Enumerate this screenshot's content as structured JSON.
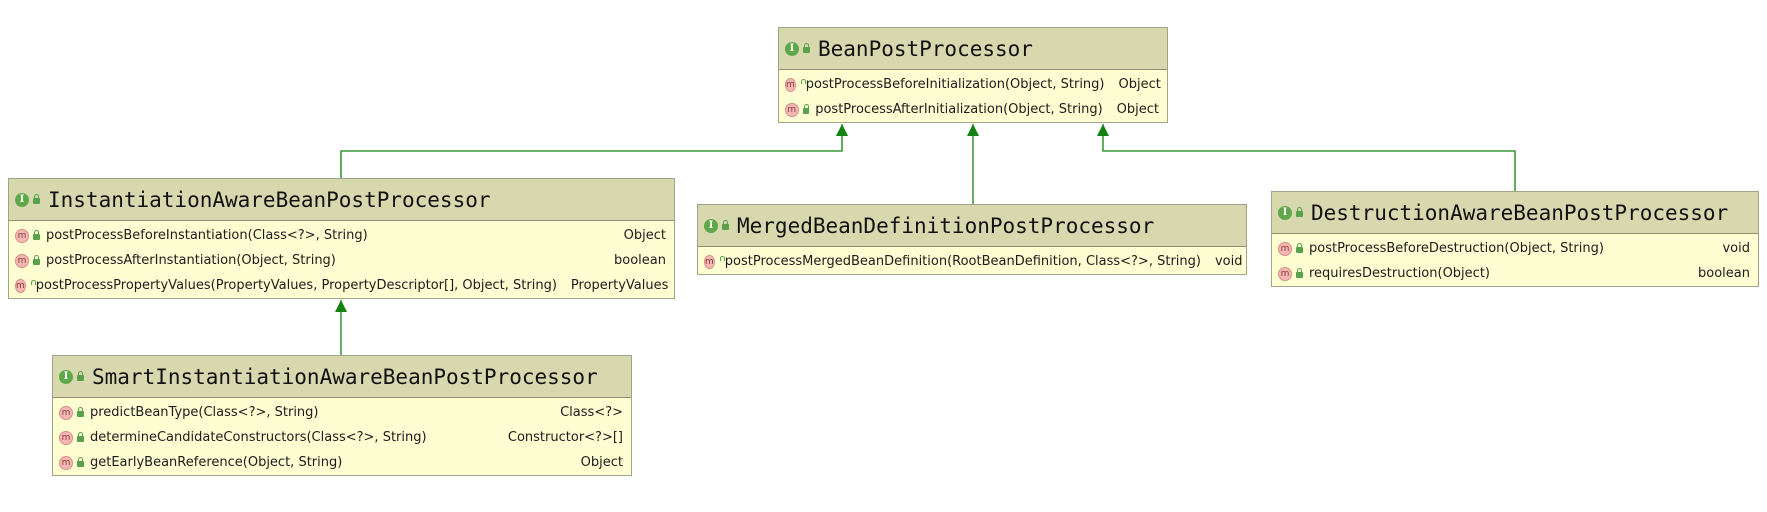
{
  "colors": {
    "arrow": "#128312",
    "header": "#d8d8ae",
    "body": "#fefed2"
  },
  "badges": {
    "interface": "I",
    "method": "m"
  },
  "classes": [
    {
      "id": "bpp",
      "name": "BeanPostProcessor",
      "members": [
        {
          "sig": "postProcessBeforeInitialization(Object, String)",
          "ret": "Object"
        },
        {
          "sig": "postProcessAfterInitialization(Object, String)",
          "ret": "Object"
        }
      ]
    },
    {
      "id": "iabpp",
      "name": "InstantiationAwareBeanPostProcessor",
      "members": [
        {
          "sig": "postProcessBeforeInstantiation(Class<?>, String)",
          "ret": "Object"
        },
        {
          "sig": "postProcessAfterInstantiation(Object, String)",
          "ret": "boolean"
        },
        {
          "sig": "postProcessPropertyValues(PropertyValues, PropertyDescriptor[], Object, String)",
          "ret": "PropertyValues"
        }
      ]
    },
    {
      "id": "mbdpp",
      "name": "MergedBeanDefinitionPostProcessor",
      "members": [
        {
          "sig": "postProcessMergedBeanDefinition(RootBeanDefinition, Class<?>, String)",
          "ret": "void"
        }
      ]
    },
    {
      "id": "dabpp",
      "name": "DestructionAwareBeanPostProcessor",
      "members": [
        {
          "sig": "postProcessBeforeDestruction(Object, String)",
          "ret": "void"
        },
        {
          "sig": "requiresDestruction(Object)",
          "ret": "boolean"
        }
      ]
    },
    {
      "id": "siabpp",
      "name": "SmartInstantiationAwareBeanPostProcessor",
      "members": [
        {
          "sig": "predictBeanType(Class<?>, String)",
          "ret": "Class<?>"
        },
        {
          "sig": "determineCandidateConstructors(Class<?>, String)",
          "ret": "Constructor<?>[]"
        },
        {
          "sig": "getEarlyBeanReference(Object, String)",
          "ret": "Object"
        }
      ]
    }
  ],
  "relations": [
    {
      "from": "iabpp",
      "to": "bpp",
      "type": "extends"
    },
    {
      "from": "mbdpp",
      "to": "bpp",
      "type": "extends"
    },
    {
      "from": "dabpp",
      "to": "bpp",
      "type": "extends"
    },
    {
      "from": "siabpp",
      "to": "iabpp",
      "type": "extends"
    }
  ]
}
